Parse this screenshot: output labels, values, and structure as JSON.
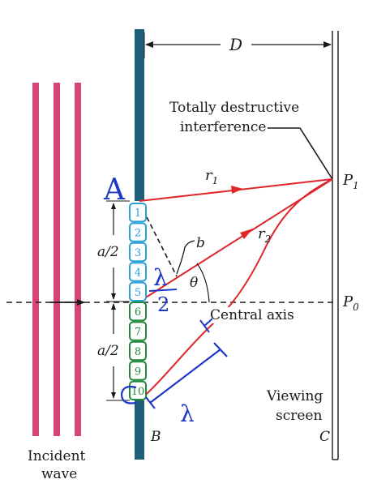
{
  "labels": {
    "distance_D": "D",
    "destructive_line1": "Totally destructive",
    "destructive_line2": "interference",
    "point_P1": "P",
    "point_P1_sub": "1",
    "point_P0": "P",
    "point_P0_sub": "0",
    "ray_r1": "r",
    "ray_r1_sub": "1",
    "ray_r2": "r",
    "ray_r2_sub": "2",
    "label_b": "b",
    "label_theta": "θ",
    "half_width_upper": "a/2",
    "half_width_lower": "a/2",
    "central_axis": "Central axis",
    "viewing_line1": "Viewing",
    "viewing_line2": "screen",
    "label_B": "B",
    "label_C": "C",
    "incident_line1": "Incident",
    "incident_line2": "wave"
  },
  "handwritten": {
    "A": "A",
    "lambda_left": "λ",
    "half_fraction": "2",
    "lambda_bottom": "λ",
    "C_mark": "C"
  },
  "slit_boxes": [
    "1",
    "2",
    "3",
    "4",
    "5",
    "6",
    "7",
    "8",
    "9",
    "10"
  ],
  "colors": {
    "barrier": "#1f5f7a",
    "incident_wave": "#d6457a",
    "red_ray": "#e0242a",
    "blue_ink": "#1d38c7",
    "green_ink": "#1f8a3a",
    "box_blue": "#2aa0d8",
    "text": "#1a1a1a"
  }
}
